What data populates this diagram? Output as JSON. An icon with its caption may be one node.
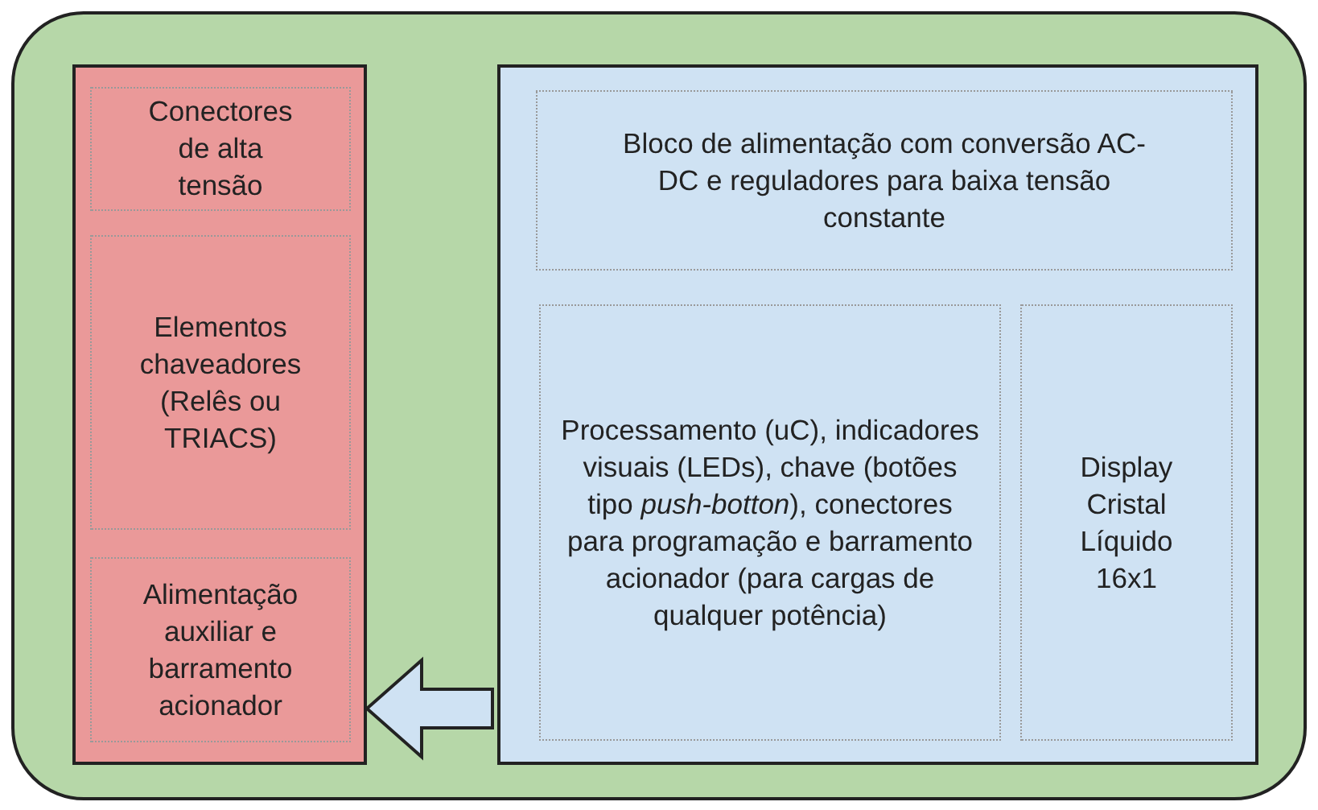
{
  "diagram": {
    "nodes": [
      {
        "text": [],
        "shape": "box"
      },
      {
        "text": [],
        "shape": "box",
        "in": 0
      },
      {
        "text": [
          "Conectores de alta tensão"
        ],
        "in": 1
      },
      {
        "text": [
          "Elementos chaveadores (Relês ou TRIACS)"
        ],
        "in": 1
      },
      {
        "text": [
          "Alimentação auxiliar e barramento acionador"
        ],
        "in": 1
      },
      {
        "text": [],
        "shape": "box",
        "in": 0
      },
      {
        "text": [
          "Bloco de alimentação com conversão AC-DC e reguladores para baixa tensão constante"
        ],
        "in": 5
      },
      {
        "text": [
          "Processamento (uC), indicadores visuais (LEDs), chave (botões tipo *push-botton*), conectores para programação e barramento acionador (para cargas de qualquer potência)"
        ],
        "in": 5
      },
      {
        "text": [
          "Display Cristal Líquido 16x1"
        ],
        "in": 5
      }
    ],
    "edges": [
      {
        "from": 5,
        "to": 1,
        "arrow": "to"
      }
    ]
  }
}
